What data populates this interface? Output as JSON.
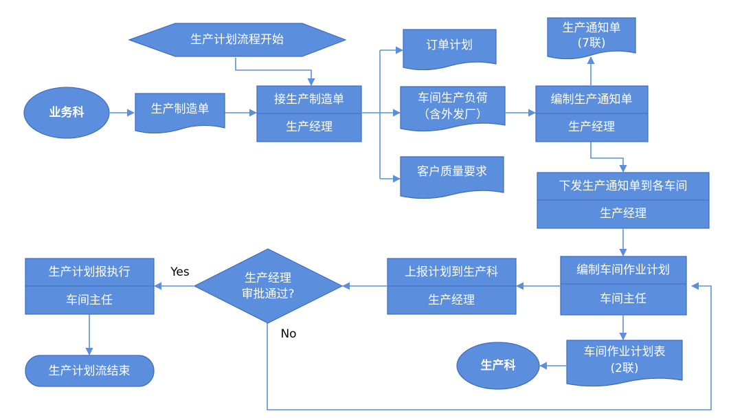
{
  "start": "生产计划流程开始",
  "business_dept": "业务科",
  "production_order": "生产制造单",
  "receive_order": {
    "title": "接生产制造单",
    "role": "生产经理"
  },
  "order_plan": "订单计划",
  "workshop_load": {
    "line1": "车间生产负荷",
    "line2": "（含外发厂）"
  },
  "customer_quality": "客户质量要求",
  "notice_doc": {
    "line1": "生产通知单",
    "line2": "(7联)"
  },
  "compile_notice": {
    "title": "编制生产通知单",
    "role": "生产经理"
  },
  "issue_notice": {
    "title": "下发生产通知单到各车间",
    "role": "生产经理"
  },
  "compile_workshop_plan": {
    "title": "编制车间作业计划",
    "role": "车间主任"
  },
  "report_plan": {
    "title": "上报计划到生产科",
    "role": "生产经理"
  },
  "decision": {
    "line1": "生产经理",
    "line2": "审批通过?"
  },
  "execute_plan": {
    "title": "生产计划报执行",
    "role": "车间主任"
  },
  "end": "生产计划流结束",
  "workshop_plan_table": {
    "line1": "车间作业计划表",
    "line2": "(2联)"
  },
  "production_dept": "生产科",
  "yes_label": "Yes",
  "no_label": "No"
}
